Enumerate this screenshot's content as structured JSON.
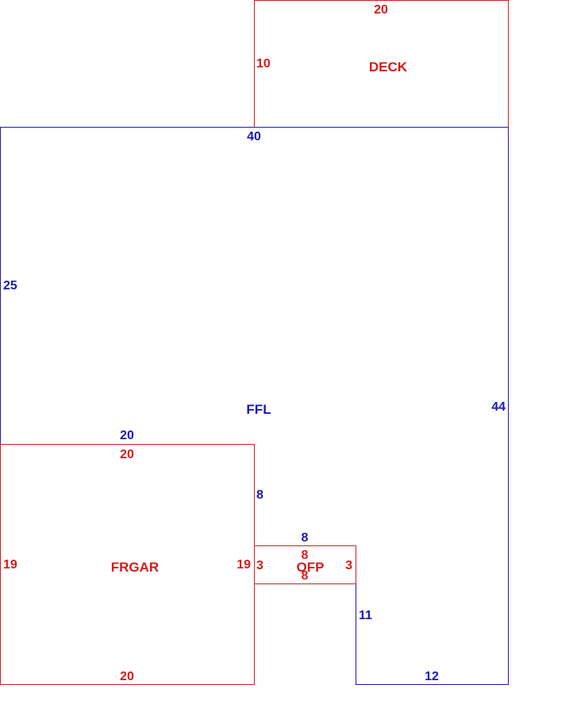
{
  "colors": {
    "living": "#1a1ab8",
    "attached": "#d41c1c",
    "background": "#ffffff"
  },
  "areas": {
    "deck": {
      "name": "DECK",
      "top": "20",
      "left": "10"
    },
    "ffl": {
      "name": "FFL",
      "top": "40",
      "left": "25",
      "right": "44",
      "garage_top": "20",
      "garage_side": "8",
      "porch_top": "8",
      "lower_side": "11",
      "bottom": "12"
    },
    "frgar": {
      "name": "FRGAR",
      "top": "20",
      "left": "19",
      "right": "19",
      "bottom": "20"
    },
    "ofp": {
      "name": "OFP",
      "top": "8",
      "bottom": "8",
      "left": "3",
      "right": "3"
    }
  }
}
